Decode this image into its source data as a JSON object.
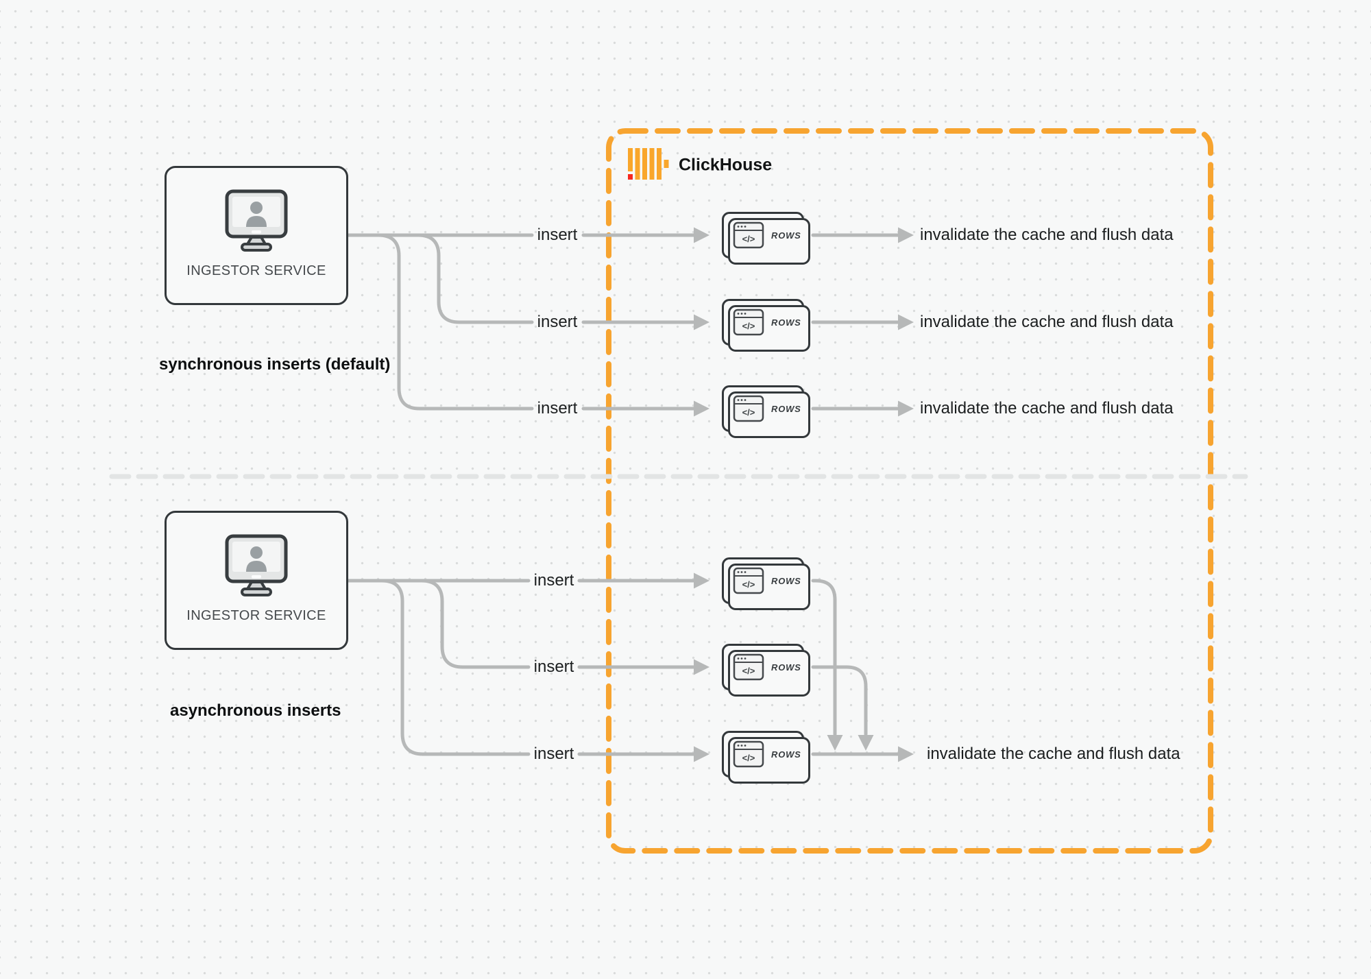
{
  "diagram": {
    "clickhouse_label": "ClickHouse",
    "card_label": "ROWS",
    "card_icon_glyph": "</>",
    "sync": {
      "ingestor_label": "INGESTOR SERVICE",
      "caption": "synchronous inserts (default)",
      "rows": [
        {
          "insert": "insert",
          "result": "invalidate the cache and flush data"
        },
        {
          "insert": "insert",
          "result": "invalidate the cache and flush data"
        },
        {
          "insert": "insert",
          "result": "invalidate the cache and flush data"
        }
      ]
    },
    "async": {
      "ingestor_label": "INGESTOR SERVICE",
      "caption": "asynchronous inserts",
      "rows": [
        {
          "insert": "insert"
        },
        {
          "insert": "insert"
        },
        {
          "insert": "insert",
          "result": "invalidate the cache and flush data"
        }
      ]
    }
  },
  "colors": {
    "background": "#f7f8f8",
    "dot_grid": "#d9dbdb",
    "accent_orange": "#f7a430",
    "logo_bar_orange": "#f9a62b",
    "logo_red": "#f7281f",
    "connector_gray": "#b6b8b8",
    "border_dark": "#33383b",
    "divider_gray": "#e2e4e4"
  },
  "icons": {
    "ingestor": "monitor-user-icon",
    "rows_card": "code-window-icon",
    "logo": "clickhouse-logo-icon"
  }
}
